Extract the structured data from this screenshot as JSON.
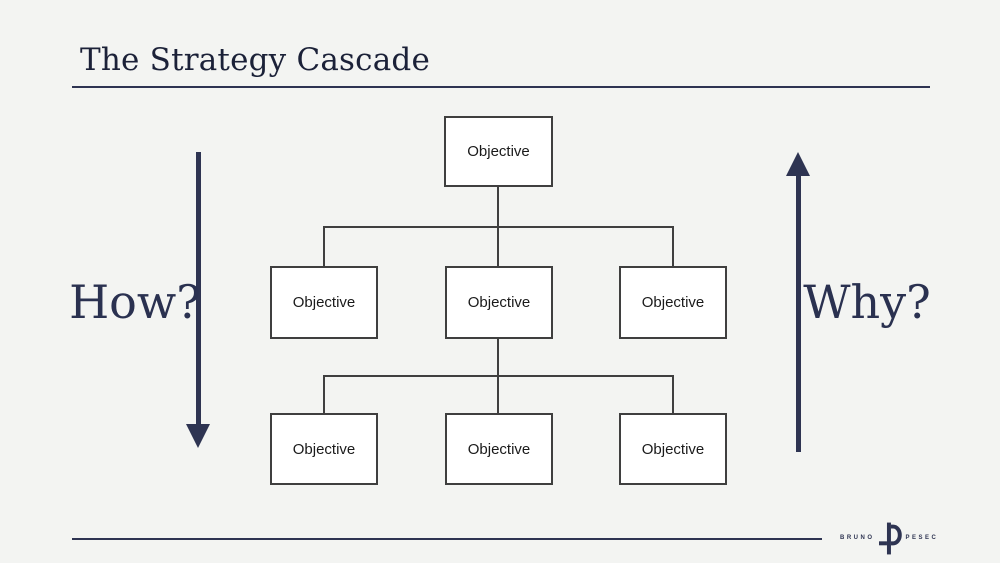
{
  "slide": {
    "title": "The Strategy Cascade",
    "how_label": "How?",
    "why_label": "Why?"
  },
  "diagram": {
    "type": "hierarchy-cascade",
    "levels": 3,
    "boxes": [
      {
        "label": "Objective"
      },
      {
        "label": "Objective"
      },
      {
        "label": "Objective"
      },
      {
        "label": "Objective"
      },
      {
        "label": "Objective"
      },
      {
        "label": "Objective"
      },
      {
        "label": "Objective"
      }
    ]
  },
  "footer_logo": {
    "first_name": "BRUNO",
    "last_name": "PESEC",
    "monogram_icon": "bp-monogram"
  },
  "colors": {
    "background": "#f3f4f2",
    "accent_navy": "#2e3452",
    "title_text": "#1b2138",
    "box_border": "#3f3f3f",
    "box_fill": "#ffffff",
    "box_text": "#1a1a1a"
  }
}
